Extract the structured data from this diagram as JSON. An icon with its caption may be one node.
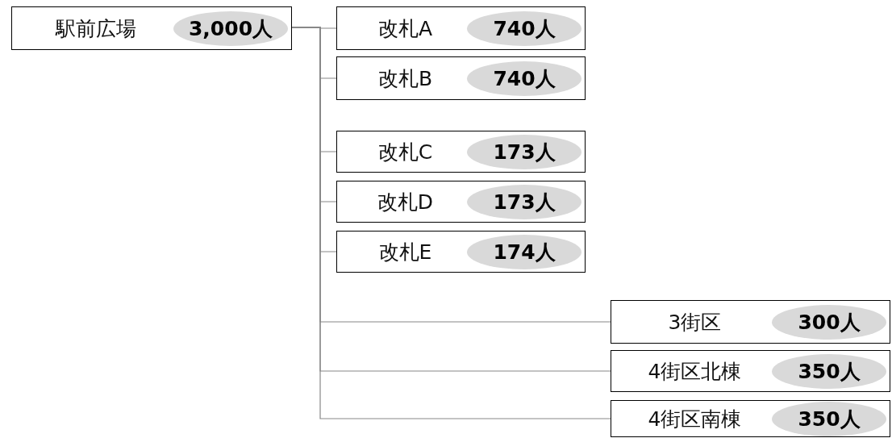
{
  "diagram": {
    "nodes": [
      {
        "text": [
          "駅前広場",
          "3,000人"
        ]
      },
      {
        "text": [
          "改札A",
          "740人"
        ]
      },
      {
        "text": [
          "改札B",
          "740人"
        ]
      },
      {
        "text": [
          "改札C",
          "173人"
        ]
      },
      {
        "text": [
          "改札D",
          "173人"
        ]
      },
      {
        "text": [
          "改札E",
          "174人"
        ]
      },
      {
        "text": [
          "3街区",
          "300人"
        ]
      },
      {
        "text": [
          "4街区北棟",
          "350人"
        ]
      },
      {
        "text": [
          "4街区南棟",
          "350人"
        ]
      }
    ],
    "edges": [
      {
        "from": 0,
        "to": 1,
        "arrow": "none"
      },
      {
        "from": 0,
        "to": 2,
        "arrow": "none"
      },
      {
        "from": 0,
        "to": 3,
        "arrow": "none"
      },
      {
        "from": 0,
        "to": 4,
        "arrow": "none"
      },
      {
        "from": 0,
        "to": 5,
        "arrow": "none"
      },
      {
        "from": 0,
        "to": 6,
        "arrow": "none"
      },
      {
        "from": 0,
        "to": 7,
        "arrow": "none"
      },
      {
        "from": 0,
        "to": 8,
        "arrow": "none"
      }
    ]
  }
}
